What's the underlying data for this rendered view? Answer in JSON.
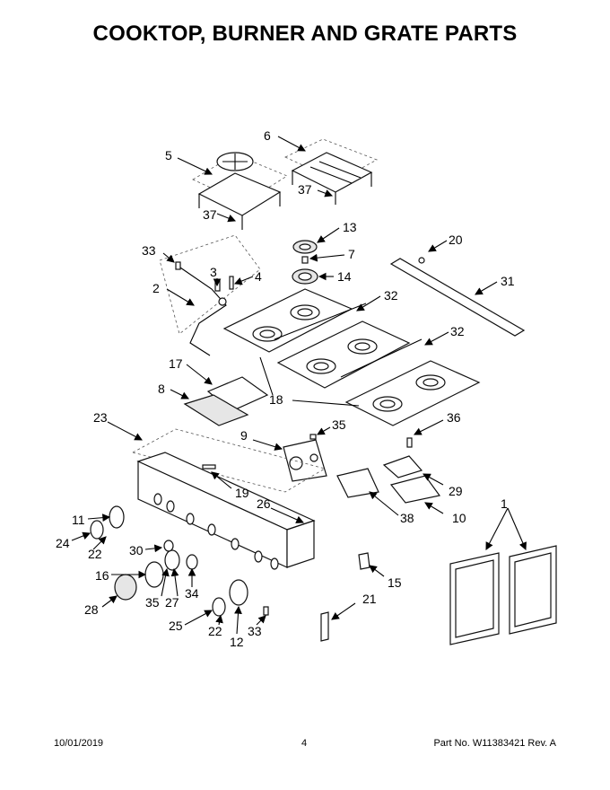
{
  "title": "COOKTOP, BURNER AND GRATE PARTS",
  "footer": {
    "date": "10/01/2019",
    "page": "4",
    "part_no": "Part No.  W11383421  Rev.  A"
  },
  "callouts": {
    "c1": "1",
    "c2": "2",
    "c3": "3",
    "c4": "4",
    "c5": "5",
    "c6": "6",
    "c7": "7",
    "c8": "8",
    "c9": "9",
    "c10": "10",
    "c11": "11",
    "c12": "12",
    "c13": "13",
    "c14": "14",
    "c15": "15",
    "c16": "16",
    "c17": "17",
    "c18": "18",
    "c19": "19",
    "c20": "20",
    "c21": "21",
    "c22a": "22",
    "c22b": "22",
    "c23": "23",
    "c24": "24",
    "c25": "25",
    "c26": "26",
    "c27": "27",
    "c28": "28",
    "c29": "29",
    "c30": "30",
    "c31": "31",
    "c32a": "32",
    "c32b": "32",
    "c33a": "33",
    "c33b": "33",
    "c34": "34",
    "c35a": "35",
    "c35b": "35",
    "c36": "36",
    "c37a": "37",
    "c37b": "37",
    "c38": "38"
  }
}
